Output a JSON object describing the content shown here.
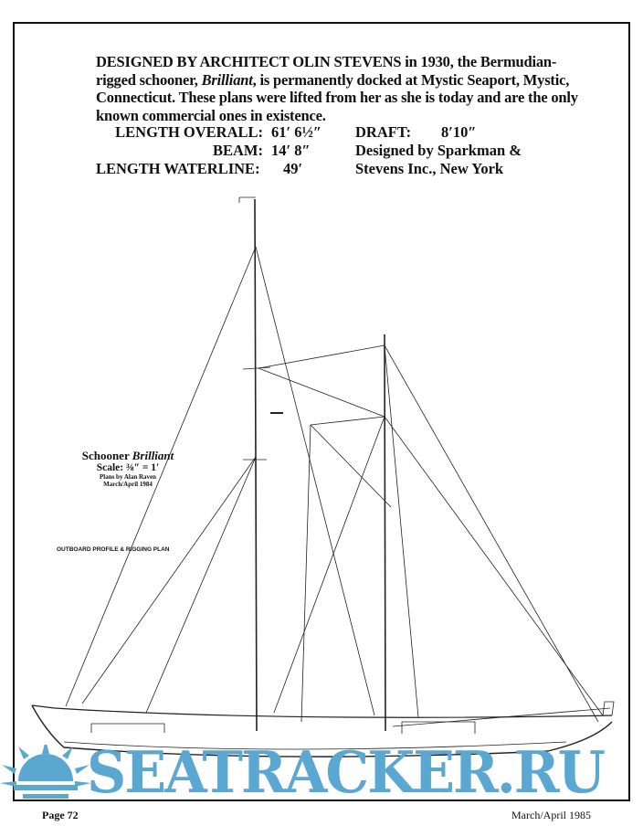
{
  "intro": {
    "lead": "DESIGNED BY ARCHITECT OLIN STEVENS",
    "part1": " in 1930, the Bermudian-rigged schooner, ",
    "boat_name": "Brilliant",
    "part2": ", is permanently docked at Mystic Seaport, Mystic, Connecticut. These plans were lifted from her as she is today and are the only known commercial ones in existence."
  },
  "specs": {
    "length_overall_label": "LENGTH OVERALL:",
    "length_overall_value": "61′ 6½″",
    "beam_label": "BEAM:",
    "beam_value": "14′ 8″",
    "lwl_label": "LENGTH WATERLINE:",
    "lwl_value": "49′",
    "draft_label": "DRAFT:",
    "draft_value": "8′10″",
    "designer_line1": "Designed by Sparkman &",
    "designer_line2": "Stevens Inc., New York"
  },
  "caption": {
    "title_prefix": "Schooner ",
    "title_name": "Brilliant",
    "scale": "Scale: ⅜″ = 1′",
    "credit": "Plans by Alan Raven",
    "date": "March/April 1984"
  },
  "drawing_label": "OUTBOARD PROFILE & RIGGING PLAN",
  "watermark": {
    "text": "SEATRACKER.RU",
    "color": "#5aa8d2"
  },
  "footer": {
    "page": "Page 72",
    "issue": "March/April 1985"
  }
}
